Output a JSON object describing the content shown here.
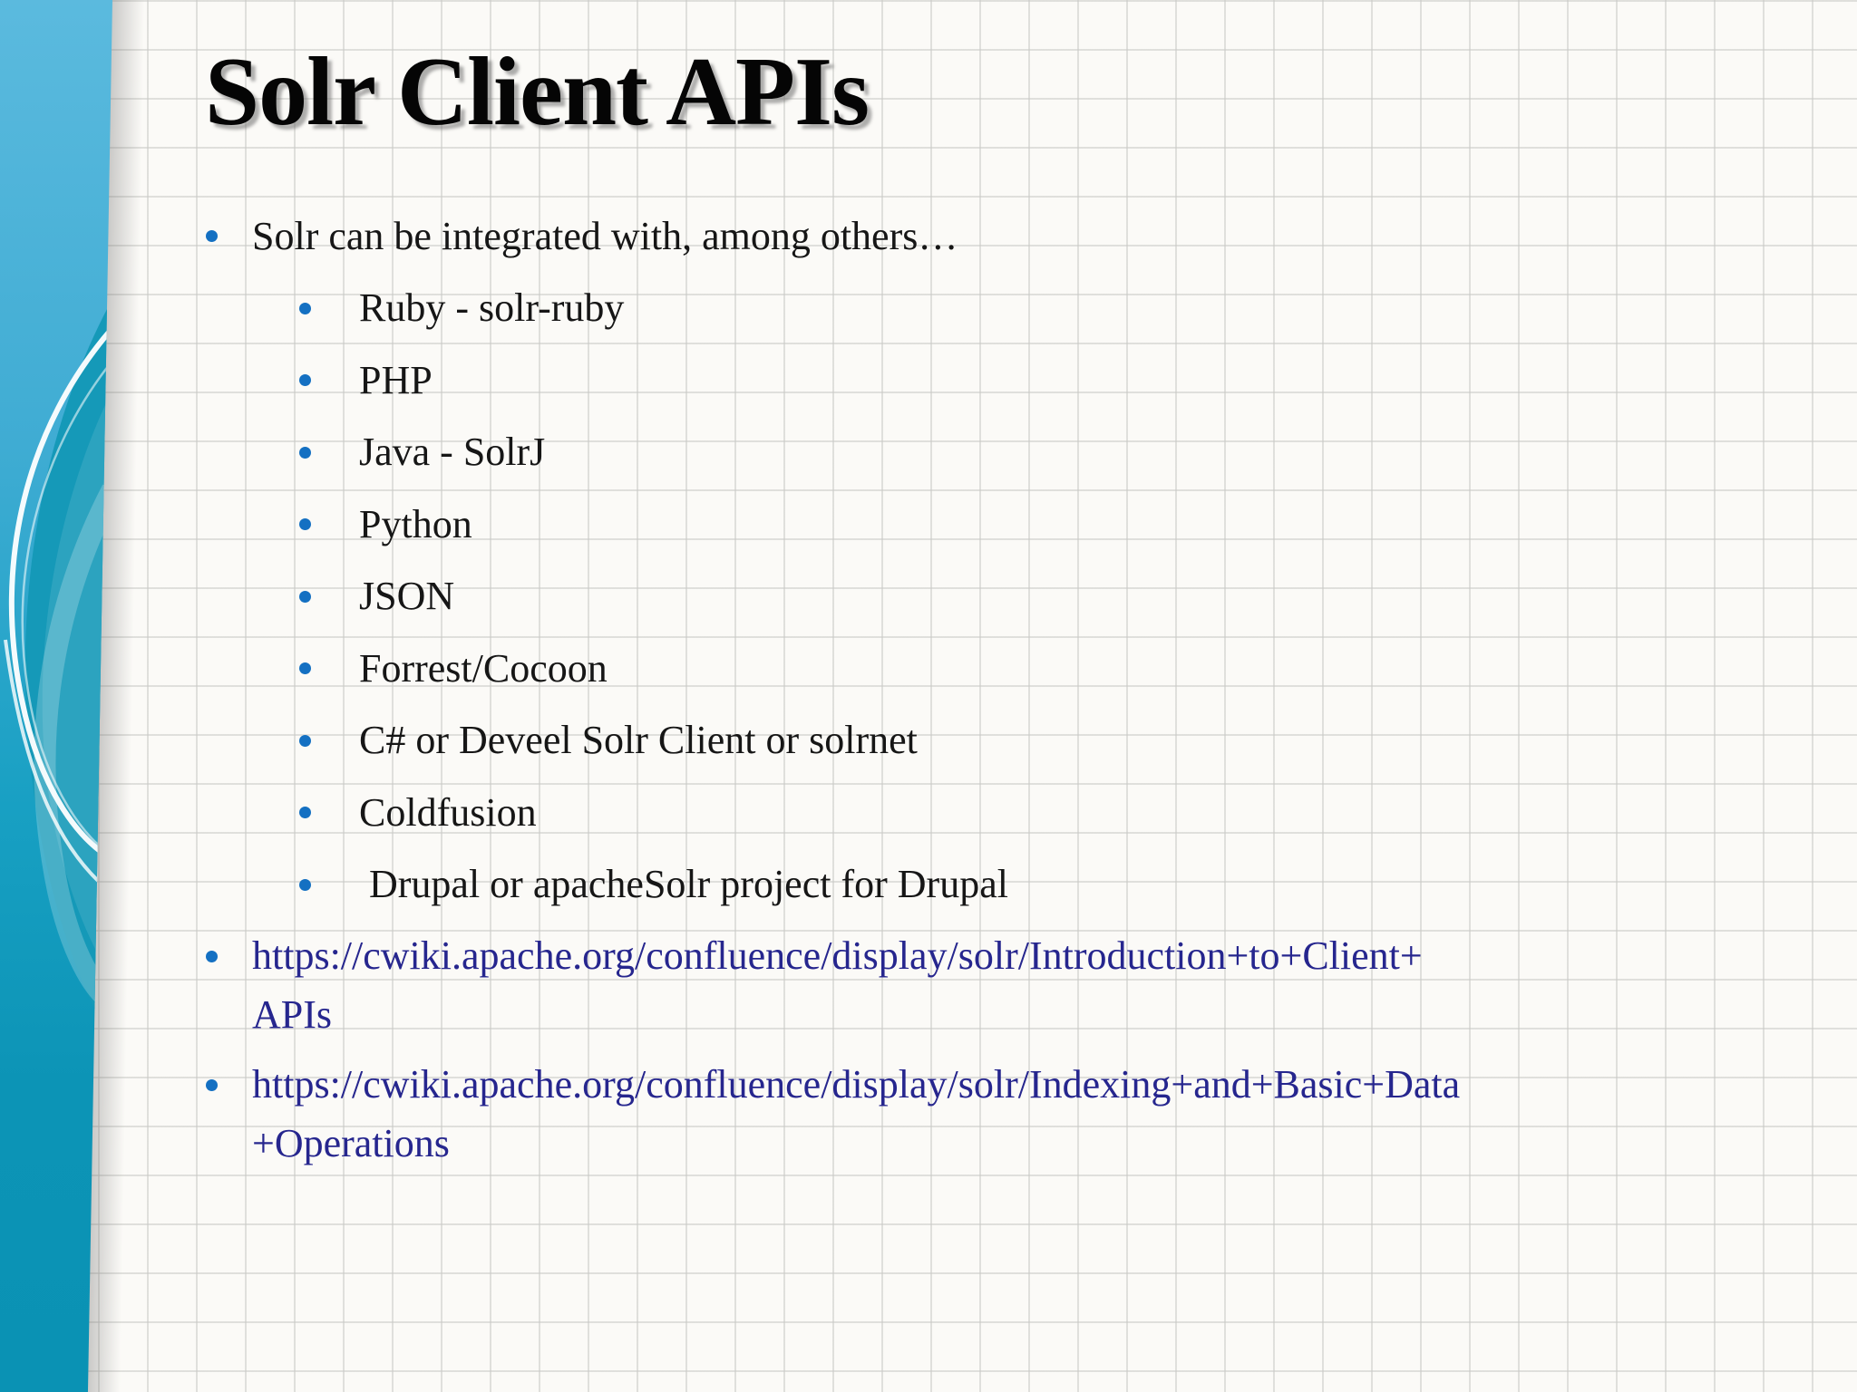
{
  "slide": {
    "title": "Solr Client APIs",
    "intro": "Solr can be integrated with, among others…",
    "list": [
      "Ruby - solr-ruby",
      "PHP",
      "Java - SolrJ",
      "Python",
      "JSON",
      "Forrest/Cocoon",
      "C# or Deveel Solr Client or solrnet",
      "Coldfusion",
      " Drupal or apacheSolr project for Drupal"
    ],
    "links": [
      {
        "url": "https://cwiki.apache.org/confluence/display/solr/Introduction+to+Client+APIs",
        "line1": "https://cwiki.apache.org/confluence/display/solr/Introduction+to+Client+",
        "line2": "APIs"
      },
      {
        "url": "https://cwiki.apache.org/confluence/display/solr/Indexing+and+Basic+Data+Operations",
        "line1": "https://cwiki.apache.org/confluence/display/solr/Indexing+and+Basic+Data",
        "line2": "+Operations"
      }
    ],
    "colors": {
      "bullet_blue": "#1470c2",
      "link_navy": "#26268e",
      "body_text": "#161616",
      "sidebar_top": "#5bbade",
      "sidebar_bottom": "#0a92b4",
      "swoosh_dark": "#1599b8",
      "paper": "#fbfaf7",
      "grid_line": "#c9c9c6"
    }
  }
}
